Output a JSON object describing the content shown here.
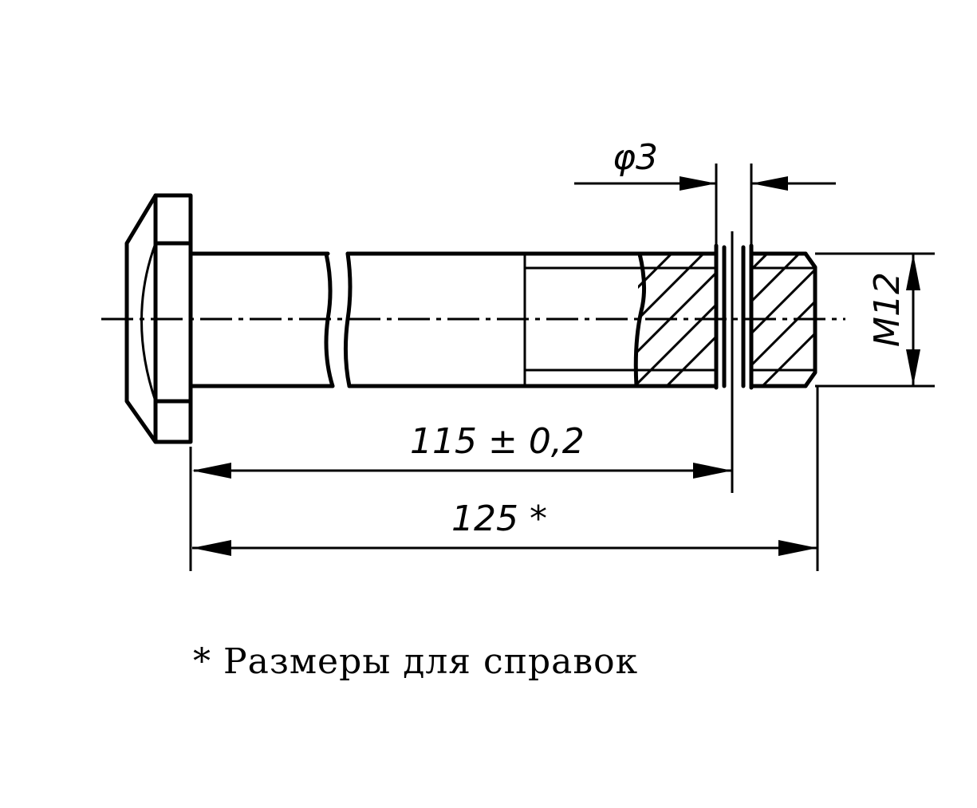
{
  "dimensions": {
    "hole_diameter": "φ3",
    "thread": "M12",
    "hole_position": "115 ± 0,2",
    "total_length": "125 *"
  },
  "note": "* Размеры для справок"
}
